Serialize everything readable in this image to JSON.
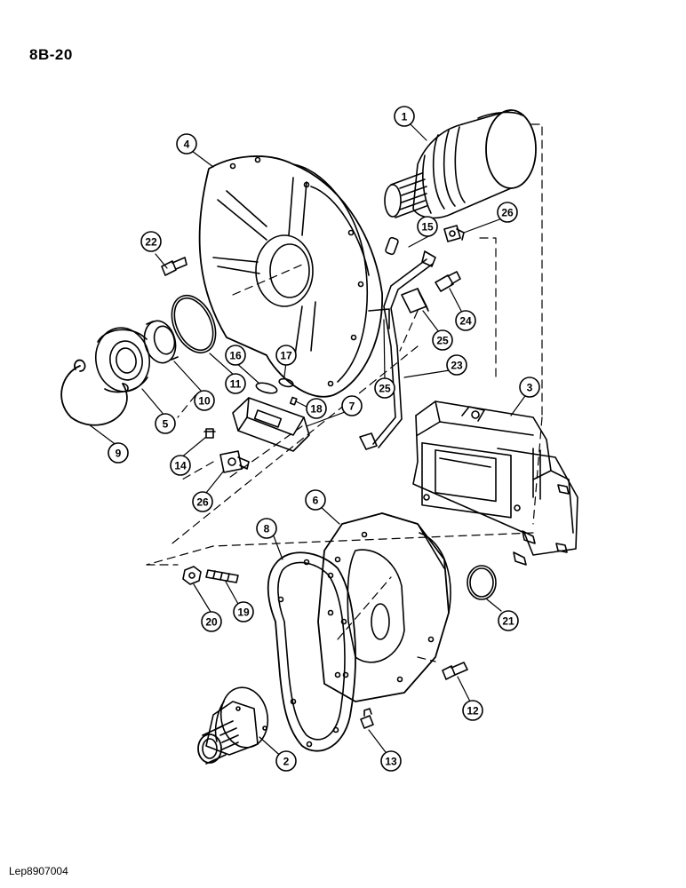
{
  "header": {
    "page_code": "8B-20"
  },
  "footer": {
    "drawing_ref": "Lep8907004"
  },
  "callouts": [
    "1",
    "2",
    "3",
    "4",
    "5",
    "6",
    "7",
    "8",
    "9",
    "10",
    "11",
    "12",
    "13",
    "14",
    "15",
    "16",
    "17",
    "18",
    "19",
    "20",
    "21",
    "22",
    "23",
    "24",
    "25",
    "26",
    "25",
    "26"
  ]
}
